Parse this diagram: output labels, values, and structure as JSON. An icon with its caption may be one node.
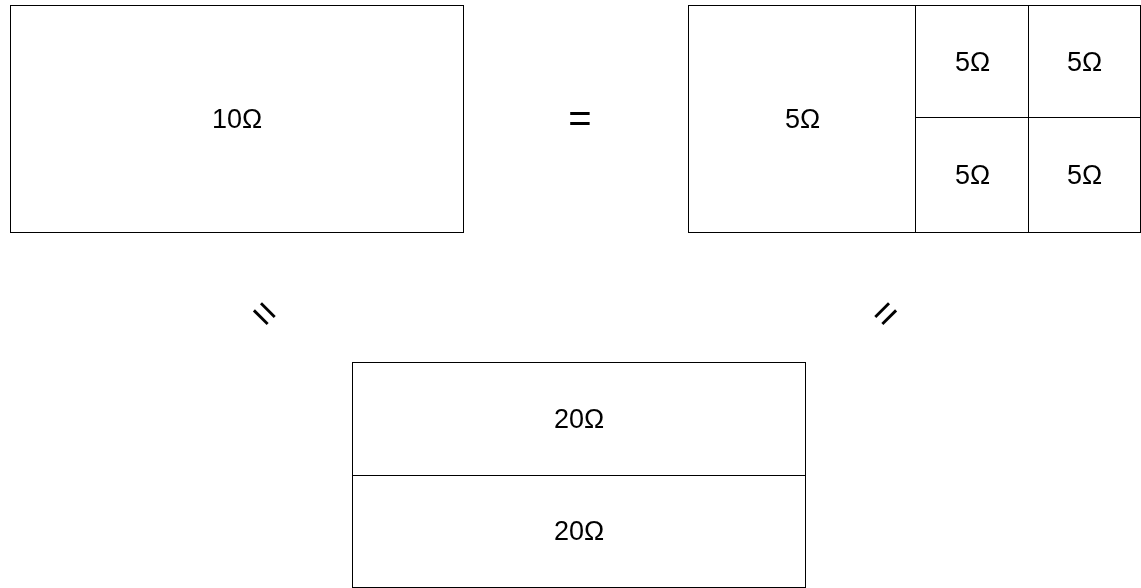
{
  "diagram": {
    "nodes": [
      {
        "text": [
          "10Ω"
        ]
      },
      {
        "text": [
          "5Ω"
        ]
      },
      {
        "text": [
          "5Ω"
        ]
      },
      {
        "text": [
          "5Ω"
        ]
      },
      {
        "text": [
          "5Ω"
        ]
      },
      {
        "text": [
          "5Ω"
        ]
      },
      {
        "text": [
          "20Ω"
        ]
      },
      {
        "text": [
          "20Ω"
        ]
      }
    ],
    "labels": [
      "=",
      "=",
      "="
    ]
  }
}
